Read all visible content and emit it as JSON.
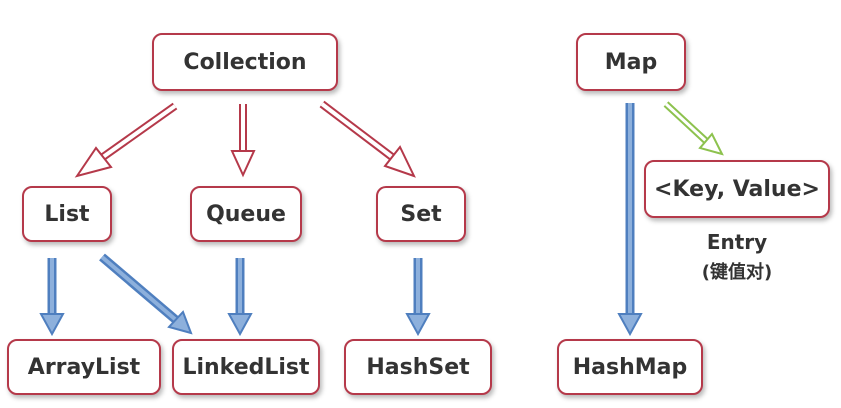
{
  "nodes": {
    "collection": "Collection",
    "map": "Map",
    "list": "List",
    "queue": "Queue",
    "set": "Set",
    "key_value": "<Key, Value>",
    "arraylist": "ArrayList",
    "linkedlist": "LinkedList",
    "hashset": "HashSet",
    "hashmap": "HashMap"
  },
  "entry": {
    "title": "Entry",
    "subtitle": "(键值对)"
  },
  "colors": {
    "box_border": "#b5394a",
    "extends_arrow": "#b5394a",
    "implements_arrow": "#4f7fbf",
    "entry_arrow": "#8dc24e"
  }
}
